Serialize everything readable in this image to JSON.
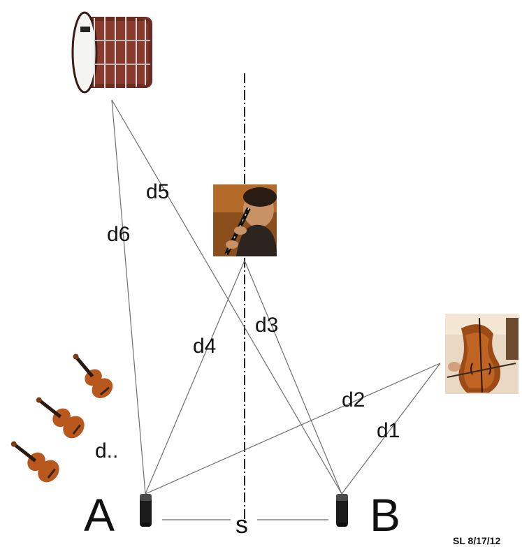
{
  "diagram": {
    "distance_labels": {
      "d1": "d1",
      "d2": "d2",
      "d3": "d3",
      "d4": "d4",
      "d5": "d5",
      "d6": "d6",
      "violins": "d.."
    },
    "mic_a_label": "A",
    "mic_b_label": "B",
    "spacing_label": "s",
    "signature": "SL 8/17/12"
  }
}
